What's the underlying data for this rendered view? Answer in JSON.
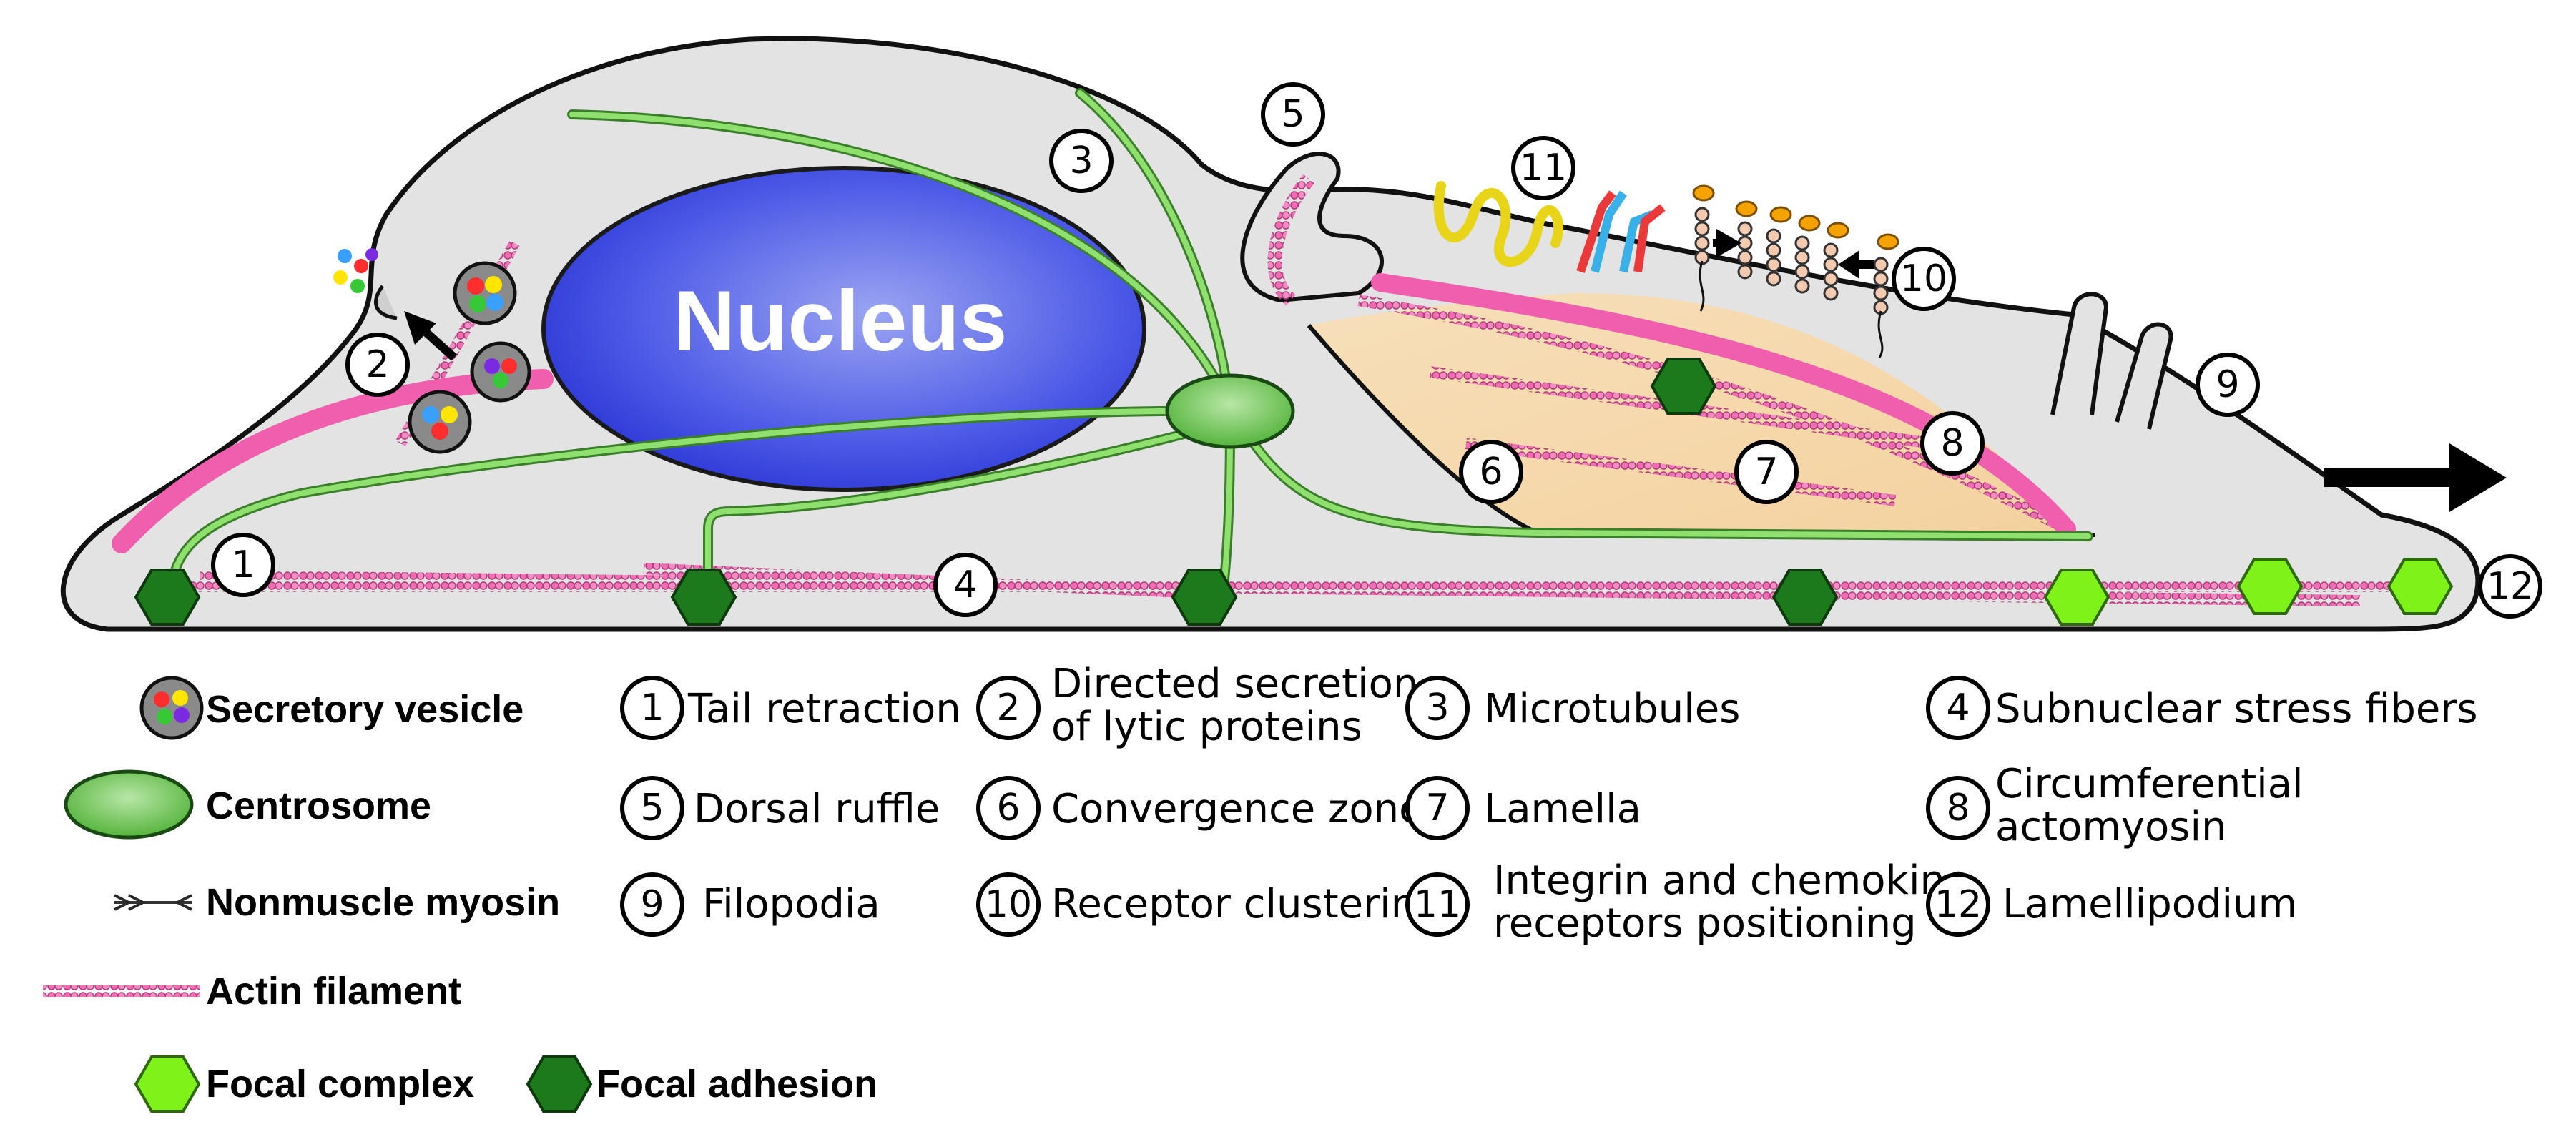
{
  "nucleus_label": "Nucleus",
  "numbers": [
    "1",
    "2",
    "3",
    "4",
    "5",
    "6",
    "7",
    "8",
    "9",
    "10",
    "11",
    "12"
  ],
  "legend_left": {
    "secretory_vesicle": "Secretory vesicle",
    "centrosome": "Centrosome",
    "nonmuscle_myosin": "Nonmuscle myosin",
    "actin_filament": "Actin filament",
    "focal_complex": "Focal complex",
    "focal_adhesion": "Focal adhesion"
  },
  "legend_numbered": [
    {
      "num": "1",
      "lines": [
        "Tail retraction"
      ]
    },
    {
      "num": "2",
      "lines": [
        "Directed secretion",
        "of lytic proteins"
      ]
    },
    {
      "num": "3",
      "lines": [
        "Microtubules"
      ]
    },
    {
      "num": "4",
      "lines": [
        "Subnuclear stress fibers"
      ]
    },
    {
      "num": "5",
      "lines": [
        "Dorsal ruffle"
      ]
    },
    {
      "num": "6",
      "lines": [
        "Convergence zone"
      ]
    },
    {
      "num": "7",
      "lines": [
        "Lamella"
      ]
    },
    {
      "num": "8",
      "lines": [
        "Circumferential",
        "actomyosin"
      ]
    },
    {
      "num": "9",
      "lines": [
        "Filopodia"
      ]
    },
    {
      "num": "10",
      "lines": [
        "Receptor clustering"
      ]
    },
    {
      "num": "11",
      "lines": [
        "Integrin and chemokine",
        "receptors positioning"
      ]
    },
    {
      "num": "12",
      "lines": [
        "Lamellipodium"
      ]
    }
  ],
  "colors": {
    "cell": "#e3e3e3",
    "nucleus": "#3a46dd",
    "microtubule": "#7ad45e",
    "actin": "#ef5fae",
    "focal_complex": "#7ff21a",
    "focal_adhesion": "#1c7a1c",
    "lamella": "#f7d7a6"
  }
}
